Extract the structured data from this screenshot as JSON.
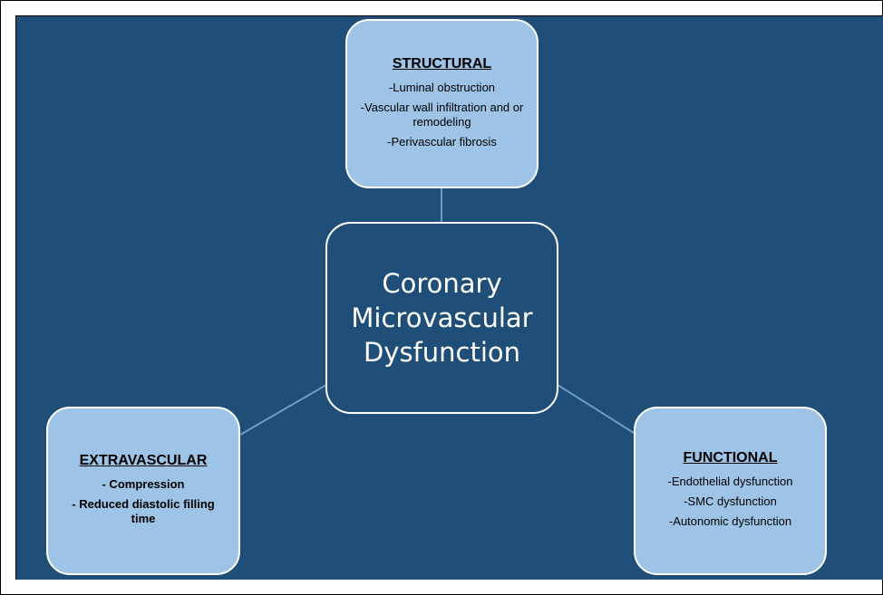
{
  "colors": {
    "panel_background": "#1f4e79",
    "box_fill": "#9dc3e6",
    "box_border": "#ffffff",
    "connector": "#6b9bc8"
  },
  "center": {
    "title_lines": [
      "Coronary",
      "Microvascular",
      "Dysfunction"
    ]
  },
  "structural": {
    "heading": "STRUCTURAL",
    "items": [
      "-Luminal obstruction",
      "-Vascular wall infiltration and or remodeling",
      "-Perivascular  fibrosis"
    ]
  },
  "extravascular": {
    "heading": "EXTRAVASCULAR",
    "items": [
      "- Compression",
      "- Reduced diastolic filling time"
    ]
  },
  "functional": {
    "heading": "FUNCTIONAL",
    "items": [
      "-Endothelial dysfunction",
      "-SMC dysfunction",
      "-Autonomic dysfunction"
    ]
  }
}
